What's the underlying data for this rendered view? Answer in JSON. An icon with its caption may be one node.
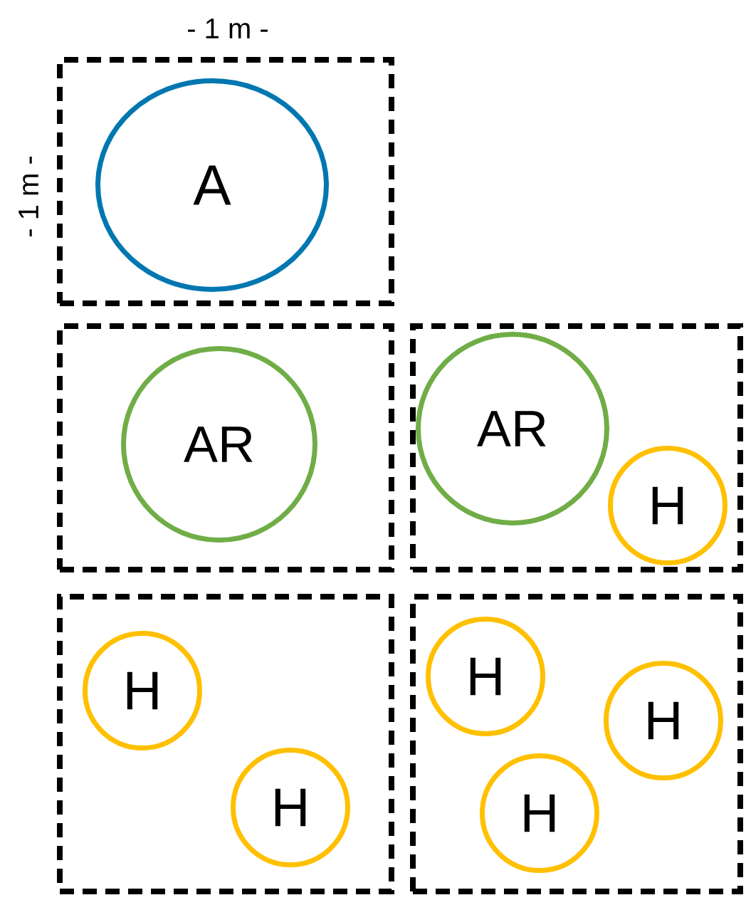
{
  "diagram": {
    "nodes": [
      {
        "text": [],
        "shape": "box"
      },
      {
        "text": [
          "A"
        ],
        "in": 0
      },
      {
        "text": [],
        "shape": "box"
      },
      {
        "text": [
          "AR"
        ],
        "in": 2
      },
      {
        "text": [],
        "shape": "box"
      },
      {
        "text": [
          "AR"
        ],
        "in": 4
      },
      {
        "text": [
          "H"
        ],
        "in": 4
      },
      {
        "text": [],
        "shape": "box"
      },
      {
        "text": [
          "H"
        ],
        "in": 7
      },
      {
        "text": [
          "H"
        ],
        "in": 7
      },
      {
        "text": [],
        "shape": "box"
      },
      {
        "text": [
          "H"
        ],
        "in": 10
      },
      {
        "text": [
          "H"
        ],
        "in": 10
      },
      {
        "text": [
          "H"
        ],
        "in": 10
      }
    ],
    "labels": [
      "- 1 m -",
      "- 1 m -"
    ]
  }
}
